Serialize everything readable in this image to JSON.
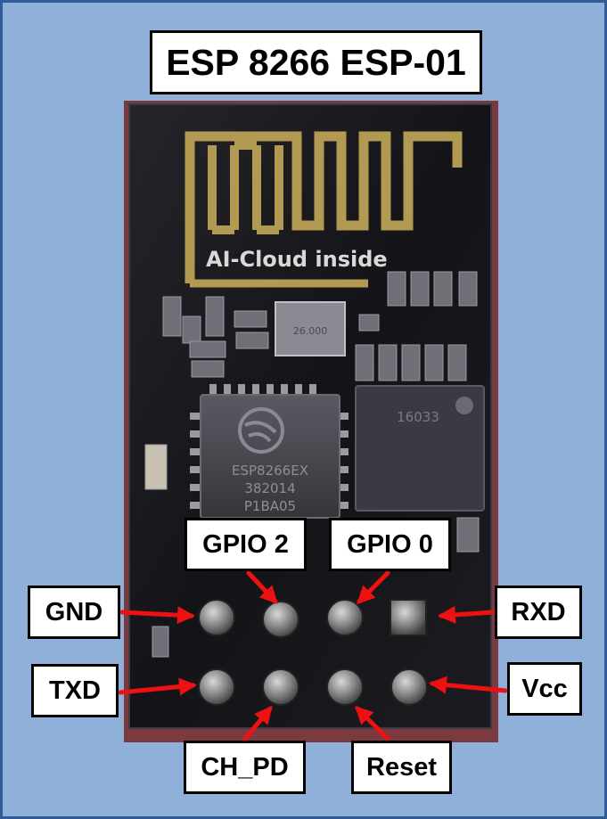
{
  "title": "ESP 8266 ESP-01",
  "board": {
    "silkscreen": "AI-Cloud inside",
    "chip_marking": [
      "ESP8266EX",
      "382014",
      "P1BA05"
    ],
    "flash_marking": "16033",
    "crystal_marking": "26.000"
  },
  "pins": {
    "gpio2": "GPIO 2",
    "gpio0": "GPIO 0",
    "gnd": "GND",
    "rxd": "RXD",
    "txd": "TXD",
    "vcc": "Vcc",
    "ch_pd": "CH_PD",
    "reset": "Reset"
  },
  "colors": {
    "background": "#8fb0d8",
    "frame_border": "#2f5c96",
    "pcb": "#16161a",
    "antenna": "#b39a52",
    "arrow": "#ee1111",
    "header_pin": "#8e8e8e"
  }
}
